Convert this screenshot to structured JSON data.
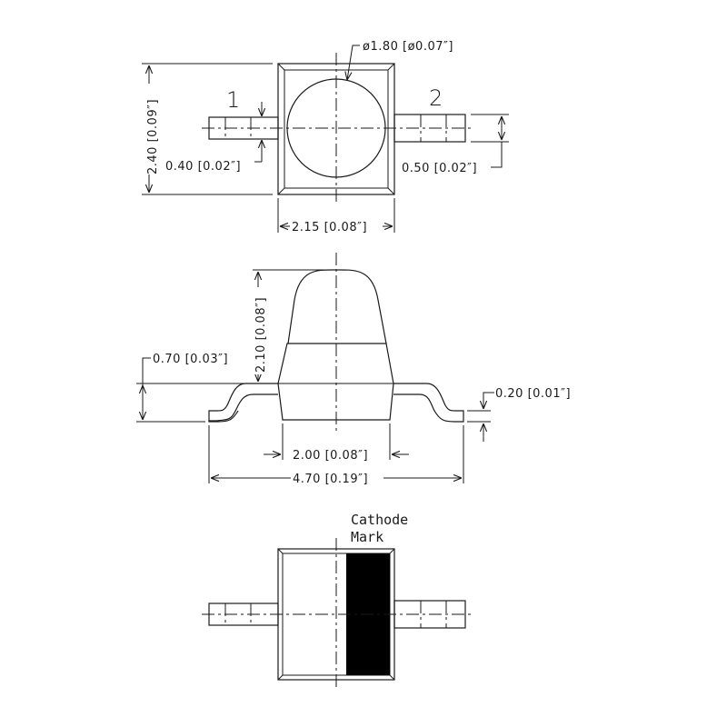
{
  "top_view": {
    "pin1_label": "1",
    "pin2_label": "2",
    "lens_diameter": "ø1.80 [ø0.07″]",
    "body_height": "2.40 [0.09″]",
    "body_width": "2.15 [0.08″]",
    "pin1_width": "0.40 [0.02″]",
    "pin2_width": "0.50 [0.02″]"
  },
  "side_view": {
    "total_height": "2.10 [0.08″]",
    "standoff_height": "0.70 [0.03″]",
    "lead_thickness": "0.20 [0.01″]",
    "body_base_width": "2.00 [0.08″]",
    "overall_length": "4.70 [0.19″]"
  },
  "bottom_view": {
    "cathode_label_line1": "Cathode",
    "cathode_label_line2": "Mark",
    "cathode_mark_color": "#000000"
  }
}
